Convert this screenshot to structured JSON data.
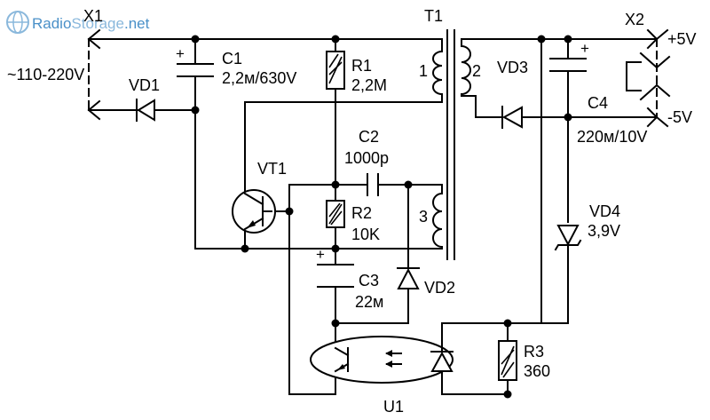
{
  "watermark": {
    "text_a": "Radio",
    "text_b": "Storage",
    "text_c": ".net",
    "color_a": "#4a90c8",
    "color_b": "#8ab8dc"
  },
  "connectors": {
    "x1": "X1",
    "x2": "X2"
  },
  "input_voltage": "~110-220V",
  "outputs": {
    "plus": "+5V",
    "minus": "-5V"
  },
  "transformer": {
    "name": "T1",
    "winding1": "1",
    "winding2": "2",
    "winding3": "3"
  },
  "components": {
    "c1_name": "C1",
    "c1_value": "2,2м/630V",
    "r1_name": "R1",
    "r1_value": "2,2М",
    "vd1": "VD1",
    "vt1": "VT1",
    "c2_name": "C2",
    "c2_value": "1000р",
    "r2_name": "R2",
    "r2_value": "10K",
    "c3_name": "C3",
    "c3_value": "22м",
    "vd2": "VD2",
    "vd3": "VD3",
    "c4_name": "C4",
    "c4_value": "220м/10V",
    "vd4_name": "VD4",
    "vd4_value": "3,9V",
    "r3_name": "R3",
    "r3_value": "360",
    "u1": "U1"
  },
  "polarity_plus": "+"
}
